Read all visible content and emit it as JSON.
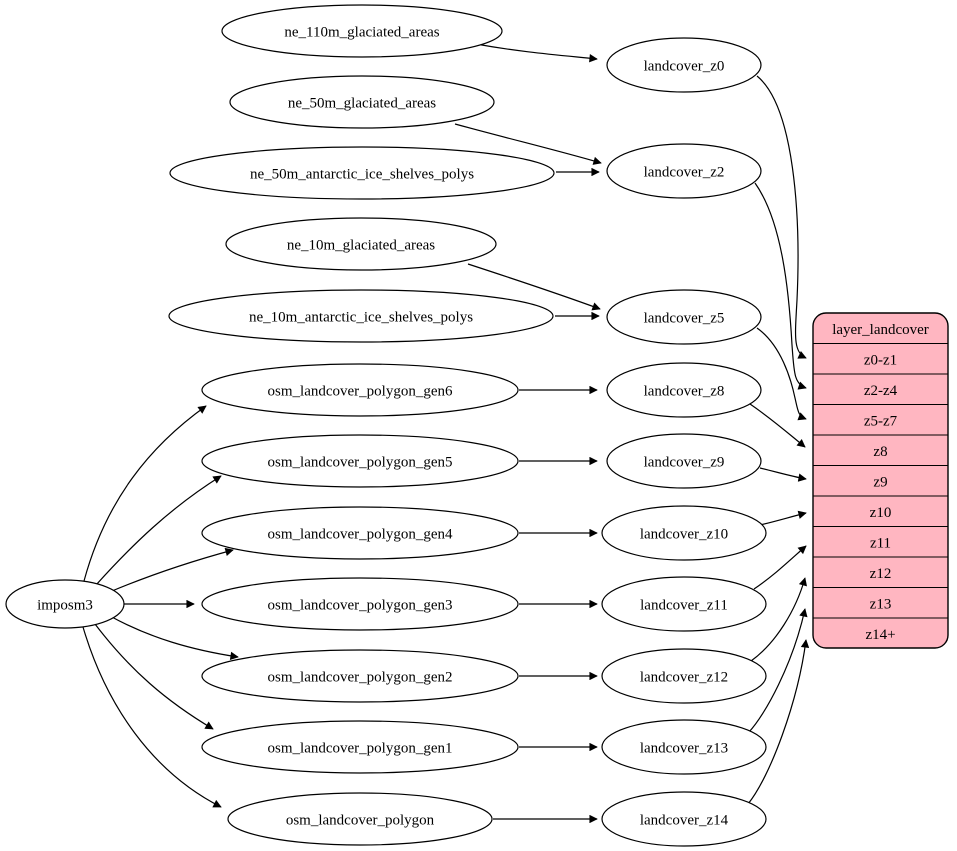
{
  "diagram": {
    "type": "dataflow-graph",
    "colors": {
      "background": "#ffffff",
      "node_fill": "#ffffff",
      "node_stroke": "#000000",
      "edge_color": "#000000",
      "table_fill": "#ffb6c1"
    },
    "labels": {
      "imposm3": "imposm3",
      "ne_110m_glaciated_areas": "ne_110m_glaciated_areas",
      "ne_50m_glaciated_areas": "ne_50m_glaciated_areas",
      "ne_50m_antarctic_ice_shelves_polys": "ne_50m_antarctic_ice_shelves_polys",
      "ne_10m_glaciated_areas": "ne_10m_glaciated_areas",
      "ne_10m_antarctic_ice_shelves_polys": "ne_10m_antarctic_ice_shelves_polys",
      "osm_landcover_polygon_gen6": "osm_landcover_polygon_gen6",
      "osm_landcover_polygon_gen5": "osm_landcover_polygon_gen5",
      "osm_landcover_polygon_gen4": "osm_landcover_polygon_gen4",
      "osm_landcover_polygon_gen3": "osm_landcover_polygon_gen3",
      "osm_landcover_polygon_gen2": "osm_landcover_polygon_gen2",
      "osm_landcover_polygon_gen1": "osm_landcover_polygon_gen1",
      "osm_landcover_polygon": "osm_landcover_polygon",
      "landcover_z0": "landcover_z0",
      "landcover_z2": "landcover_z2",
      "landcover_z5": "landcover_z5",
      "landcover_z8": "landcover_z8",
      "landcover_z9": "landcover_z9",
      "landcover_z10": "landcover_z10",
      "landcover_z11": "landcover_z11",
      "landcover_z12": "landcover_z12",
      "landcover_z13": "landcover_z13",
      "landcover_z14": "landcover_z14"
    },
    "table": {
      "title": "layer_landcover",
      "rows": [
        "z0-z1",
        "z2-z4",
        "z5-z7",
        "z8",
        "z9",
        "z10",
        "z11",
        "z12",
        "z13",
        "z14+"
      ]
    },
    "edges": [
      {
        "from": "ne_110m_glaciated_areas",
        "to": "landcover_z0"
      },
      {
        "from": "ne_50m_glaciated_areas",
        "to": "landcover_z2"
      },
      {
        "from": "ne_50m_antarctic_ice_shelves_polys",
        "to": "landcover_z2"
      },
      {
        "from": "ne_10m_glaciated_areas",
        "to": "landcover_z5"
      },
      {
        "from": "ne_10m_antarctic_ice_shelves_polys",
        "to": "landcover_z5"
      },
      {
        "from": "imposm3",
        "to": "osm_landcover_polygon_gen6"
      },
      {
        "from": "imposm3",
        "to": "osm_landcover_polygon_gen5"
      },
      {
        "from": "imposm3",
        "to": "osm_landcover_polygon_gen4"
      },
      {
        "from": "imposm3",
        "to": "osm_landcover_polygon_gen3"
      },
      {
        "from": "imposm3",
        "to": "osm_landcover_polygon_gen2"
      },
      {
        "from": "imposm3",
        "to": "osm_landcover_polygon_gen1"
      },
      {
        "from": "imposm3",
        "to": "osm_landcover_polygon"
      },
      {
        "from": "osm_landcover_polygon_gen6",
        "to": "landcover_z8"
      },
      {
        "from": "osm_landcover_polygon_gen5",
        "to": "landcover_z9"
      },
      {
        "from": "osm_landcover_polygon_gen4",
        "to": "landcover_z10"
      },
      {
        "from": "osm_landcover_polygon_gen3",
        "to": "landcover_z11"
      },
      {
        "from": "osm_landcover_polygon_gen2",
        "to": "landcover_z12"
      },
      {
        "from": "osm_landcover_polygon_gen1",
        "to": "landcover_z13"
      },
      {
        "from": "osm_landcover_polygon",
        "to": "landcover_z14"
      },
      {
        "from": "landcover_z0",
        "to": "z0-z1"
      },
      {
        "from": "landcover_z2",
        "to": "z2-z4"
      },
      {
        "from": "landcover_z5",
        "to": "z5-z7"
      },
      {
        "from": "landcover_z8",
        "to": "z8"
      },
      {
        "from": "landcover_z9",
        "to": "z9"
      },
      {
        "from": "landcover_z10",
        "to": "z10"
      },
      {
        "from": "landcover_z11",
        "to": "z11"
      },
      {
        "from": "landcover_z12",
        "to": "z12"
      },
      {
        "from": "landcover_z13",
        "to": "z13"
      },
      {
        "from": "landcover_z14",
        "to": "z14+"
      }
    ]
  }
}
